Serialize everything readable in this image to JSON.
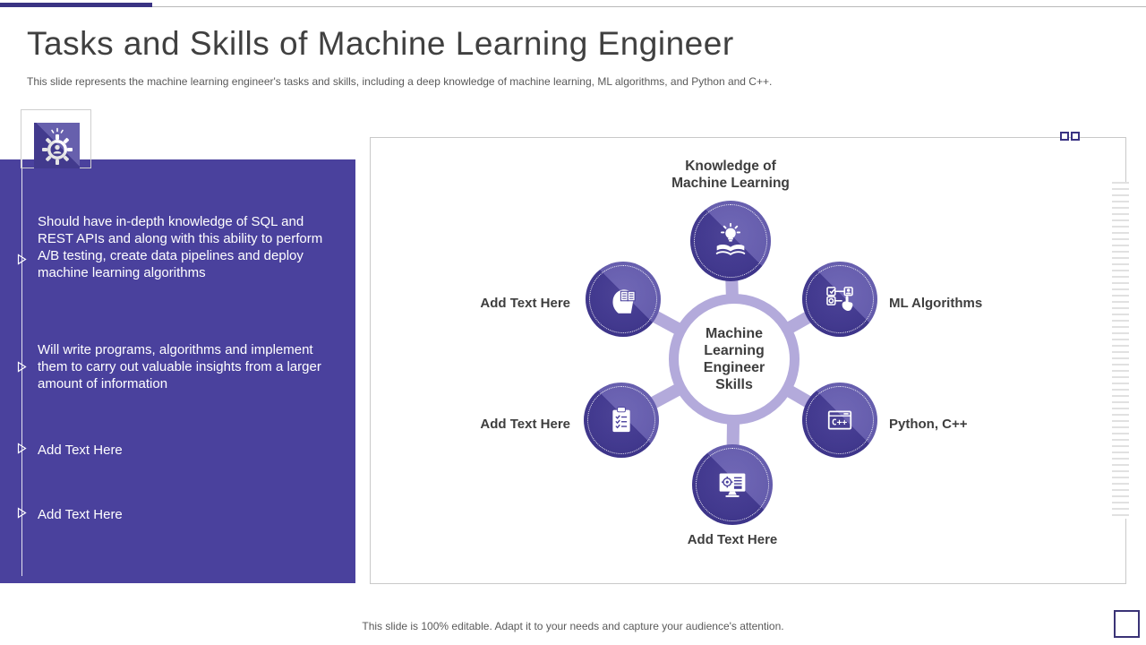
{
  "header": {
    "title": "Tasks and Skills of Machine Learning Engineer",
    "subtitle": "This slide represents the machine learning engineer's tasks and skills, including a deep knowledge of machine learning, ML algorithms, and Python and C++."
  },
  "left_panel": {
    "icon": "gear-person-icon",
    "items": [
      "Should have in-depth knowledge of SQL and REST APIs and along with this ability to perform A/B testing, create data pipelines and deploy machine learning algorithms",
      "Will write programs, algorithms and implement them to carry out valuable insights from a larger amount of information",
      "Add Text Here",
      "Add Text Here"
    ]
  },
  "diagram": {
    "center_label": "Machine Learning Engineer Skills",
    "nodes": {
      "top": {
        "label": "Knowledge of Machine Learning",
        "icon": "lightbulb-book-icon"
      },
      "upper_right": {
        "label": "ML Algorithms",
        "icon": "algorithm-hand-icon"
      },
      "lower_right": {
        "label": "Python, C++",
        "icon": "cpp-window-icon"
      },
      "bottom": {
        "label": "Add Text Here",
        "icon": "monitor-gear-icon"
      },
      "lower_left": {
        "label": "Add Text Here",
        "icon": "checklist-clipboard-icon"
      },
      "upper_left": {
        "label": "Add Text Here",
        "icon": "head-book-icon"
      }
    }
  },
  "footer": {
    "note": "This slide is 100% editable. Adapt it to your needs and capture your audience's attention."
  },
  "colors": {
    "accent_dark": "#3a3383",
    "panel_purple": "#4a419d",
    "circle_purple": "#493f9e",
    "lavender": "#b3aadb",
    "label_dark": "#3e3e3e",
    "muted_gray": "#595959"
  }
}
